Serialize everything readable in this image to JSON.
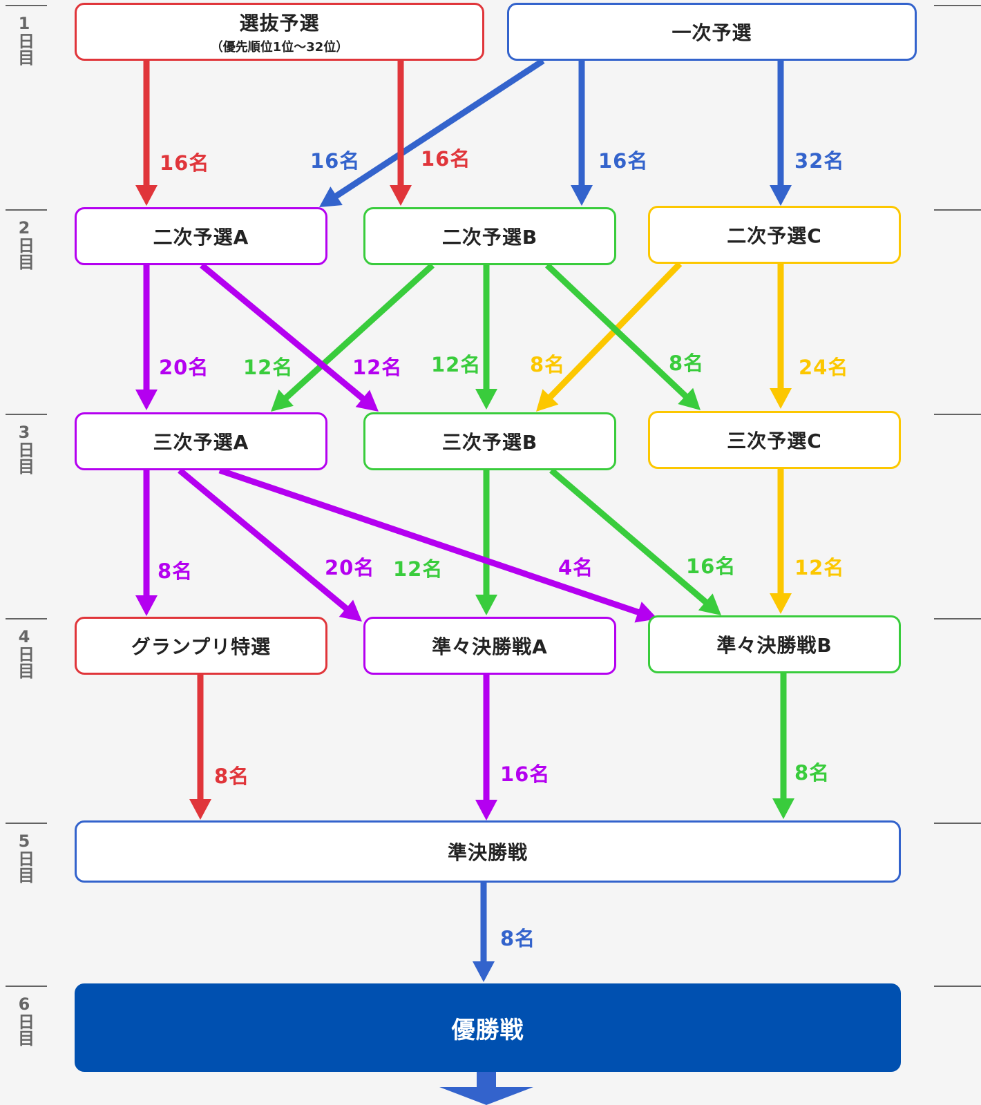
{
  "colors": {
    "red": "#e0353a",
    "blue": "#3363cc",
    "purple": "#b400f0",
    "green": "#39cc3c",
    "yellow": "#fcc700",
    "final_fill": "#0050b0",
    "divider": "#333333",
    "day_text": "#666666"
  },
  "days": [
    {
      "num": "1",
      "unit": "日目"
    },
    {
      "num": "2",
      "unit": "日目"
    },
    {
      "num": "3",
      "unit": "日目"
    },
    {
      "num": "4",
      "unit": "日目"
    },
    {
      "num": "5",
      "unit": "日目"
    },
    {
      "num": "6",
      "unit": "日目"
    }
  ],
  "nodes": {
    "senbatsu": {
      "label": "選抜予選",
      "sub": "（優先順位1位～32位）",
      "color": "red"
    },
    "ichiji": {
      "label": "一次予選",
      "color": "blue"
    },
    "niji_a": {
      "label": "二次予選A",
      "color": "purple"
    },
    "niji_b": {
      "label": "二次予選B",
      "color": "green"
    },
    "niji_c": {
      "label": "二次予選C",
      "color": "yellow"
    },
    "sanji_a": {
      "label": "三次予選A",
      "color": "purple"
    },
    "sanji_b": {
      "label": "三次予選B",
      "color": "green"
    },
    "sanji_c": {
      "label": "三次予選C",
      "color": "yellow"
    },
    "grandprix": {
      "label": "グランプリ特選",
      "color": "red"
    },
    "junjun_a": {
      "label": "準々決勝戦A",
      "color": "purple"
    },
    "junjun_b": {
      "label": "準々決勝戦B",
      "color": "green"
    },
    "junkessho": {
      "label": "準決勝戦",
      "color": "blue"
    },
    "yusho": {
      "label": "優勝戦",
      "color": "blue"
    }
  },
  "edges": [
    {
      "from": "senbatsu",
      "to": "niji_a",
      "count": "16名",
      "color": "red"
    },
    {
      "from": "ichiji",
      "to": "niji_a",
      "count": "16名",
      "color": "blue"
    },
    {
      "from": "senbatsu",
      "to": "niji_b",
      "count": "16名",
      "color": "red"
    },
    {
      "from": "ichiji",
      "to": "niji_b",
      "count": "16名",
      "color": "blue"
    },
    {
      "from": "ichiji",
      "to": "niji_c",
      "count": "32名",
      "color": "blue"
    },
    {
      "from": "niji_a",
      "to": "sanji_a",
      "count": "20名",
      "color": "purple"
    },
    {
      "from": "niji_b",
      "to": "sanji_a",
      "count": "12名",
      "color": "green"
    },
    {
      "from": "niji_a",
      "to": "sanji_b",
      "count": "12名",
      "color": "purple"
    },
    {
      "from": "niji_b",
      "to": "sanji_b",
      "count": "12名",
      "color": "green"
    },
    {
      "from": "niji_c",
      "to": "sanji_b",
      "count": "8名",
      "color": "yellow"
    },
    {
      "from": "niji_b",
      "to": "sanji_c",
      "count": "8名",
      "color": "green"
    },
    {
      "from": "niji_c",
      "to": "sanji_c",
      "count": "24名",
      "color": "yellow"
    },
    {
      "from": "sanji_a",
      "to": "grandprix",
      "count": "8名",
      "color": "purple"
    },
    {
      "from": "sanji_a",
      "to": "junjun_a",
      "count": "20名",
      "color": "purple"
    },
    {
      "from": "sanji_b",
      "to": "junjun_a",
      "count": "12名",
      "color": "green"
    },
    {
      "from": "sanji_a",
      "to": "junjun_b",
      "count": "4名",
      "color": "purple"
    },
    {
      "from": "sanji_b",
      "to": "junjun_b",
      "count": "16名",
      "color": "green"
    },
    {
      "from": "sanji_c",
      "to": "junjun_b",
      "count": "12名",
      "color": "yellow"
    },
    {
      "from": "grandprix",
      "to": "junkessho",
      "count": "8名",
      "color": "red"
    },
    {
      "from": "junjun_a",
      "to": "junkessho",
      "count": "16名",
      "color": "purple"
    },
    {
      "from": "junjun_b",
      "to": "junkessho",
      "count": "8名",
      "color": "green"
    },
    {
      "from": "junkessho",
      "to": "yusho",
      "count": "8名",
      "color": "blue"
    }
  ]
}
